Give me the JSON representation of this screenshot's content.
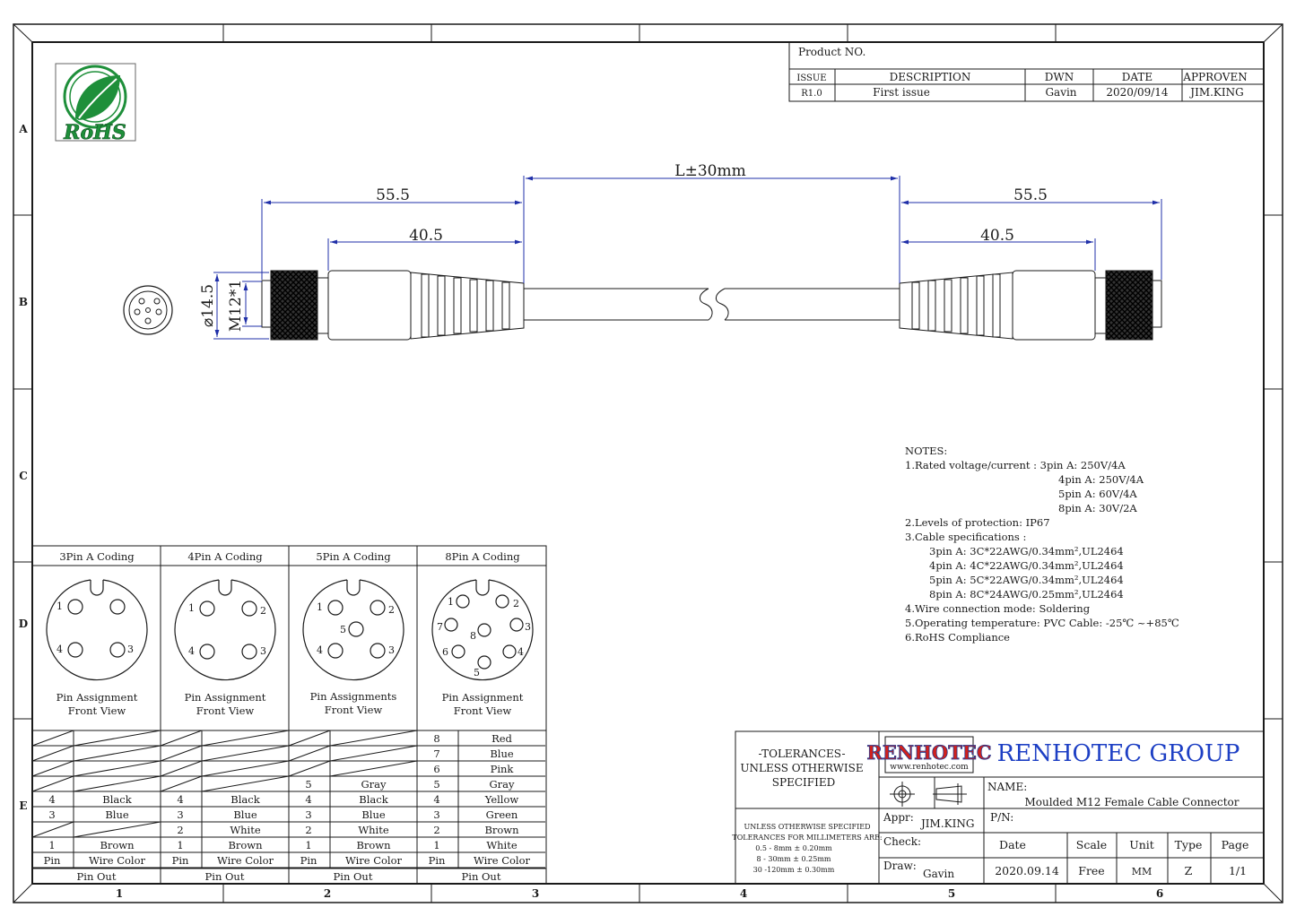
{
  "revision": {
    "product_label": "Product NO.",
    "headers": [
      "ISSUE",
      "DESCRIPTION",
      "DWN",
      "DATE",
      "APPROVEN"
    ],
    "row": [
      "R1.0",
      "First issue",
      "Gavin",
      "2020/09/14",
      "JIM.KING"
    ]
  },
  "logo": {
    "rohs": "RoHS"
  },
  "dimensions": {
    "top_left": "55.5",
    "top_right": "55.5",
    "inner_left": "40.5",
    "inner_right": "40.5",
    "length": "L±30mm",
    "dia": "⌀14.5",
    "thread": "M12*1"
  },
  "zones": {
    "rows": [
      "A",
      "B",
      "C",
      "D",
      "E"
    ],
    "cols": [
      "1",
      "2",
      "3",
      "4",
      "5",
      "6"
    ]
  },
  "notes": {
    "title": "NOTES:",
    "lines": [
      "1.Rated voltage/current : 3pin A: 250V/4A",
      "4pin A: 250V/4A",
      "5pin A: 60V/4A",
      "8pin A: 30V/2A",
      "2.Levels of protection: IP67",
      "3.Cable specifications :",
      "3pin A: 3C*22AWG/0.34mm²,UL2464",
      "4pin A: 4C*22AWG/0.34mm²,UL2464",
      "5pin A: 5C*22AWG/0.34mm²,UL2464",
      "8pin A: 8C*24AWG/0.25mm²,UL2464",
      "4.Wire connection mode: Soldering",
      "5.Operating temperature: PVC Cable: -25℃ ~+85℃",
      "6.RoHS Compliance"
    ]
  },
  "codings": [
    {
      "title": "3Pin A Coding",
      "caption1": "Pin Assignment",
      "caption2": "Front View",
      "pins": [
        "1",
        "4",
        "3"
      ]
    },
    {
      "title": "4Pin A Coding",
      "caption1": "Pin Assignment",
      "caption2": "Front View",
      "pins": [
        "1",
        "2",
        "4",
        "3"
      ]
    },
    {
      "title": "5Pin A Coding",
      "caption1": "Pin Assignments",
      "caption2": "Front View",
      "pins": [
        "1",
        "2",
        "5",
        "4",
        "3"
      ]
    },
    {
      "title": "8Pin A Coding",
      "caption1": "Pin Assignment",
      "caption2": "Front View",
      "pins": [
        "1",
        "2",
        "7",
        "3",
        "8",
        "6",
        "4",
        "5"
      ]
    }
  ],
  "pinouts": {
    "header": [
      "Pin",
      "Wire Color"
    ],
    "footer": "Pin Out",
    "tables": [
      [
        null,
        null,
        null,
        null,
        [
          "4",
          "Black"
        ],
        [
          "3",
          "Blue"
        ],
        null,
        [
          "1",
          "Brown"
        ]
      ],
      [
        null,
        null,
        null,
        null,
        [
          "4",
          "Black"
        ],
        [
          "3",
          "Blue"
        ],
        [
          "2",
          "White"
        ],
        [
          "1",
          "Brown"
        ]
      ],
      [
        null,
        null,
        null,
        [
          "5",
          "Gray"
        ],
        [
          "4",
          "Black"
        ],
        [
          "3",
          "Blue"
        ],
        [
          "2",
          "White"
        ],
        [
          "1",
          "Brown"
        ]
      ],
      [
        [
          "8",
          "Red"
        ],
        [
          "7",
          "Blue"
        ],
        [
          "6",
          "Pink"
        ],
        [
          "5",
          "Gray"
        ],
        [
          "4",
          "Yellow"
        ],
        [
          "3",
          "Green"
        ],
        [
          "2",
          "Brown"
        ],
        [
          "1",
          "White"
        ]
      ]
    ]
  },
  "title_block": {
    "tolerances": [
      "-TOLERANCES-",
      "UNLESS OTHERWISE",
      "SPECIFIED"
    ],
    "small_tol": [
      "UNLESS OTHERWISE SPECIFIED",
      "TOLERANCES FOR MILLIMETERS ARE:",
      "0.5 - 8mm ± 0.20mm",
      "8 - 30mm ± 0.25mm",
      "30 -120mm ± 0.30mm"
    ],
    "brand": "RENHOTEC",
    "website": "www.renhotec.com",
    "company": "RENHOTEC GROUP",
    "name_label": "NAME:",
    "name_value": "Moulded M12 Female Cable Connector",
    "appr_label": "Appr:",
    "appr_value": "JIM.KING",
    "pn_label": "P/N:",
    "check_label": "Check:",
    "draw_label": "Draw:",
    "draw_value": "Gavin",
    "col_headers": [
      "Date",
      "Scale",
      "Unit",
      "Type",
      "Page"
    ],
    "col_values": [
      "2020.09.14",
      "Free",
      "MM",
      "Z",
      "1/1"
    ]
  },
  "colors": {
    "line": "#1a1a1a",
    "dimension": "#1f2fa8",
    "brand_red": "#d2211c",
    "brand_blue": "#1f3a93",
    "company_blue": "#1d3fc4",
    "rohs_green": "#1e8f3a"
  }
}
